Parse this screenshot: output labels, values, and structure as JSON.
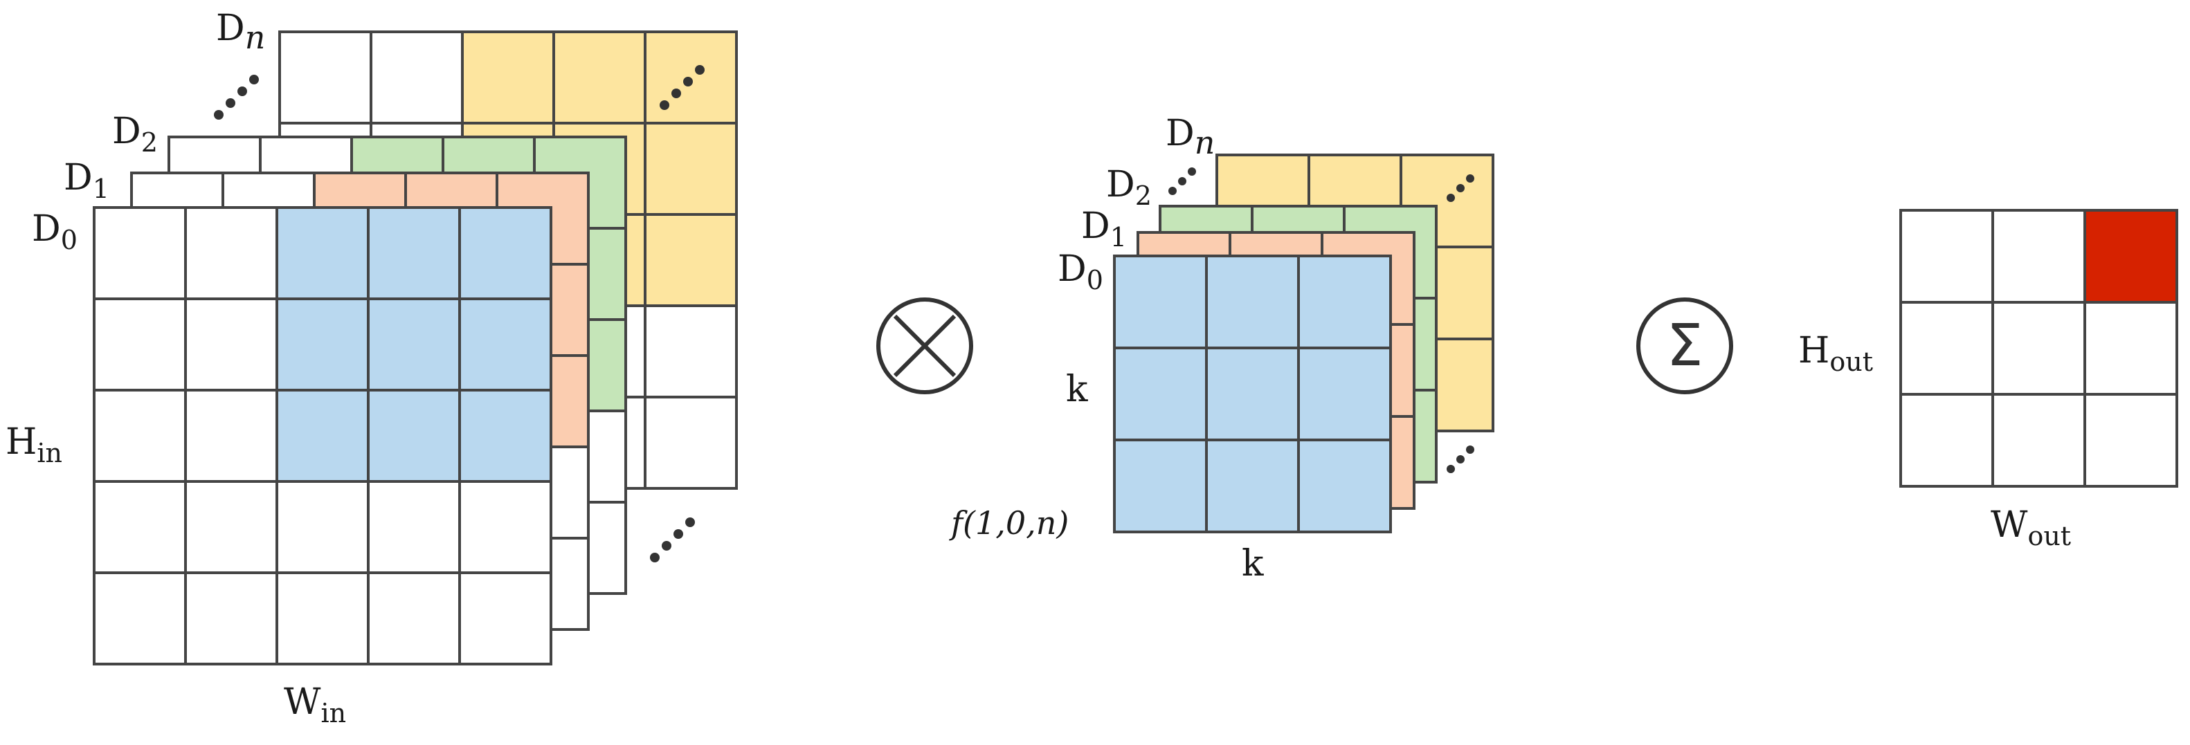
{
  "colors": {
    "blue": "#b9d8ef",
    "orange": "#fbcdb0",
    "green": "#c5e5b8",
    "yellow": "#fde59f",
    "white": "#ffffff",
    "red": "#d62200",
    "stroke": "#444444"
  },
  "input": {
    "layers": [
      {
        "base": "D",
        "index": "n",
        "italic_index": true
      },
      {
        "base": "D",
        "index": "2",
        "italic_index": false
      },
      {
        "base": "D",
        "index": "1",
        "italic_index": false
      },
      {
        "base": "D",
        "index": "0",
        "italic_index": false
      }
    ],
    "height_label": {
      "base": "H",
      "sub": "in"
    },
    "width_label": {
      "base": "W",
      "sub": "in"
    }
  },
  "kernel": {
    "layers": [
      {
        "base": "D",
        "index": "n",
        "italic_index": true
      },
      {
        "base": "D",
        "index": "2",
        "italic_index": false
      },
      {
        "base": "D",
        "index": "1",
        "italic_index": false
      },
      {
        "base": "D",
        "index": "0",
        "italic_index": false
      }
    ],
    "side_label": "k",
    "bottom_label": "k",
    "function_label": "f(1,0,n)"
  },
  "operators": {
    "multiply_icon": "circled-times-icon",
    "sum_icon": "circled-sigma-icon",
    "sigma_glyph": "Σ"
  },
  "output": {
    "height_label": {
      "base": "H",
      "sub": "out"
    },
    "width_label": {
      "base": "W",
      "sub": "out"
    }
  }
}
